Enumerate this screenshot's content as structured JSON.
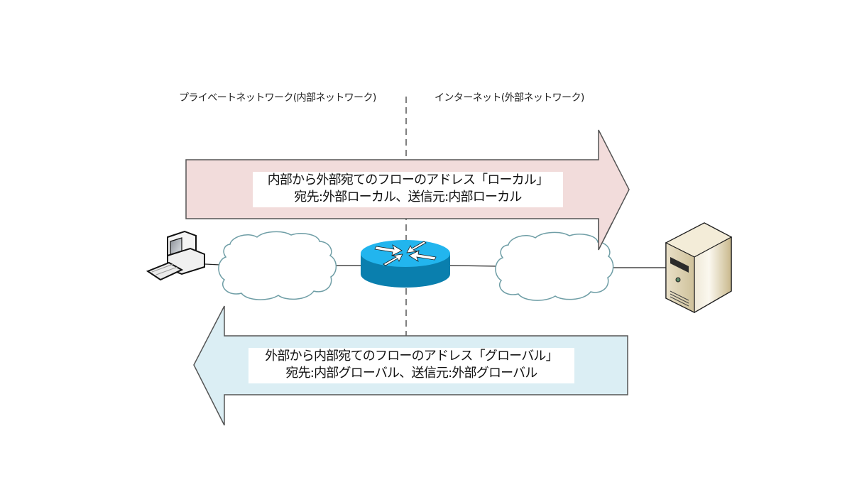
{
  "zones": {
    "left_label": "プライベートネットワーク(内部ネットワーク)",
    "right_label": "インターネット(外部ネットワーク)"
  },
  "flows": {
    "outbound": {
      "line1": "内部から外部宛てのフローのアドレス「ローカル」",
      "line2": "宛先:外部ローカル、送信元:内部ローカル",
      "direction": "right",
      "fill": "#f2dcdb"
    },
    "inbound": {
      "line1": "外部から内部宛てのフローのアドレス「グローバル」",
      "line2": "宛先:内部グローバル、送信元:外部グローバル",
      "direction": "left",
      "fill": "#dbeef4"
    }
  },
  "nodes": [
    {
      "id": "pc",
      "icon": "desktop-computer-icon"
    },
    {
      "id": "private-cloud",
      "icon": "cloud-icon"
    },
    {
      "id": "router",
      "icon": "router-icon",
      "color": "#1ba1e2"
    },
    {
      "id": "internet-cloud",
      "icon": "cloud-icon"
    },
    {
      "id": "server",
      "icon": "server-tower-icon"
    }
  ]
}
